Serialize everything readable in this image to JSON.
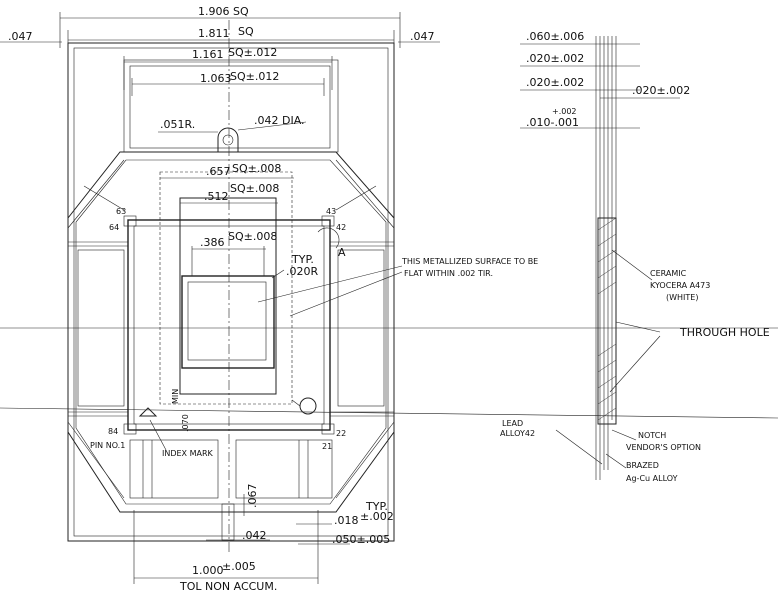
{
  "top_dims": {
    "d1906": "1.906 SQ",
    "d1811_val": "1.811",
    "d1811_sq": "SQ",
    "d1161_val": "1.161",
    "d1161_sq": "SQ±.012",
    "d1063_val": "1.063",
    "d1063_sq": "SQ±.012",
    "left_047": ".047",
    "right_047": ".047"
  },
  "notch_dims": {
    "radius": ".051R.",
    "dia": ".042 DIA."
  },
  "inner_dims": {
    "d657": ".657",
    "d657_sq": "SQ±.008",
    "d512": ".512",
    "d512_sq": "SQ±.008",
    "d386": ".386",
    "d386_sq": "SQ±.008",
    "typ": "TYP.",
    "r020": ".020R"
  },
  "pins": {
    "p63": "63",
    "p64": "64",
    "p43": "43",
    "p42": "42",
    "p84": "84",
    "p22": "22",
    "p21": "21",
    "pin1": "PIN NO.1",
    "index_mark": "INDEX MARK",
    "view_a": "A",
    "min_070": ".070",
    "min": "MIN"
  },
  "bottom_dims": {
    "d067": ".067",
    "d042": ".042",
    "typ": "TYP.",
    "d018": ".018",
    "d018_tol": "±.002",
    "d050": ".050±.005",
    "d1000": "1.000",
    "d1000_tol": "±.005",
    "tol_note": "TOL NON ACCUM."
  },
  "notes": {
    "metallized_1": "THIS METALLIZED SURFACE TO BE",
    "metallized_2": "FLAT WITHIN .002 TIR."
  },
  "side_view": {
    "d060": ".060±.006",
    "d020a": ".020±.002",
    "d020b": ".020±.002",
    "d020c": ".020±.002",
    "plus002": "+.002",
    "d010": ".010-.001",
    "ceramic_1": "CERAMIC",
    "ceramic_2": "KYOCERA A473",
    "ceramic_3": "(WHITE)",
    "through_hole": "THROUGH HOLE",
    "lead_1": "LEAD",
    "lead_2": "ALLOY42",
    "notch_1": "NOTCH",
    "notch_2": "VENDOR'S OPTION",
    "brazed_1": "BRAZED",
    "brazed_2": "Ag-Cu ALLOY"
  }
}
